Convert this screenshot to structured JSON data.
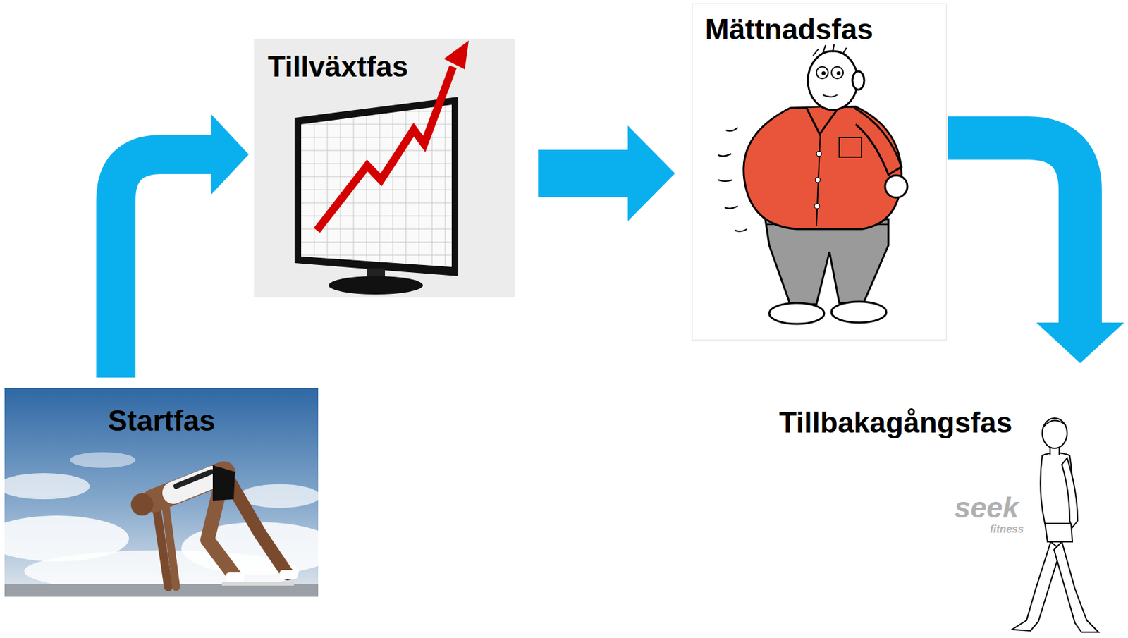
{
  "diagram": {
    "nodes": [
      {
        "text": [
          "Startfas"
        ]
      },
      {
        "text": [
          "Tillväxtfas"
        ]
      },
      {
        "text": [
          "Mättnadsfas"
        ]
      },
      {
        "text": [
          "Tillbakagångsfas"
        ]
      }
    ],
    "edges": [
      {
        "from": 0,
        "to": 1,
        "arrow": "to"
      },
      {
        "from": 1,
        "to": 2,
        "arrow": "to"
      },
      {
        "from": 2,
        "to": 3,
        "arrow": "to"
      }
    ],
    "labels": [
      "seek",
      "fitness"
    ]
  }
}
